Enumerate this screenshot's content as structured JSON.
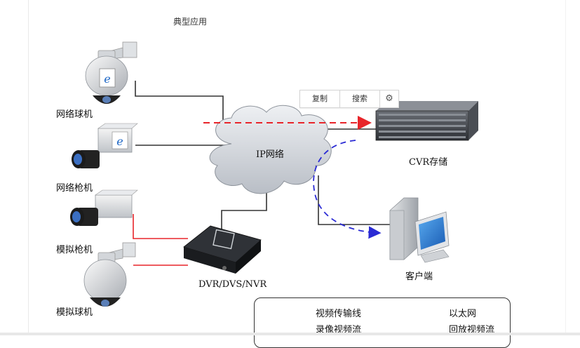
{
  "caption": "典型应用",
  "toolbar": {
    "copy_label": "复制",
    "search_label": "搜索",
    "settings_icon": "gear-icon"
  },
  "network": {
    "cloud_label": "IP网络"
  },
  "devices": {
    "network_dome": "网络球机",
    "network_bullet": "网络枪机",
    "analog_bullet": "模拟枪机",
    "analog_dome": "模拟球机",
    "dvr": "DVR/DVS/NVR",
    "storage": "CVR存储",
    "client": "客户端"
  },
  "legend": {
    "video_transmission": "视频传输线",
    "ethernet": "以太网",
    "recording_stream": "录像视频流",
    "playback_stream": "回放视频流"
  },
  "colors": {
    "video_line": "#e8252a",
    "ethernet_line": "#333333",
    "recording_arrow": "#e8252a",
    "playback_arrow": "#2a2ad4"
  }
}
